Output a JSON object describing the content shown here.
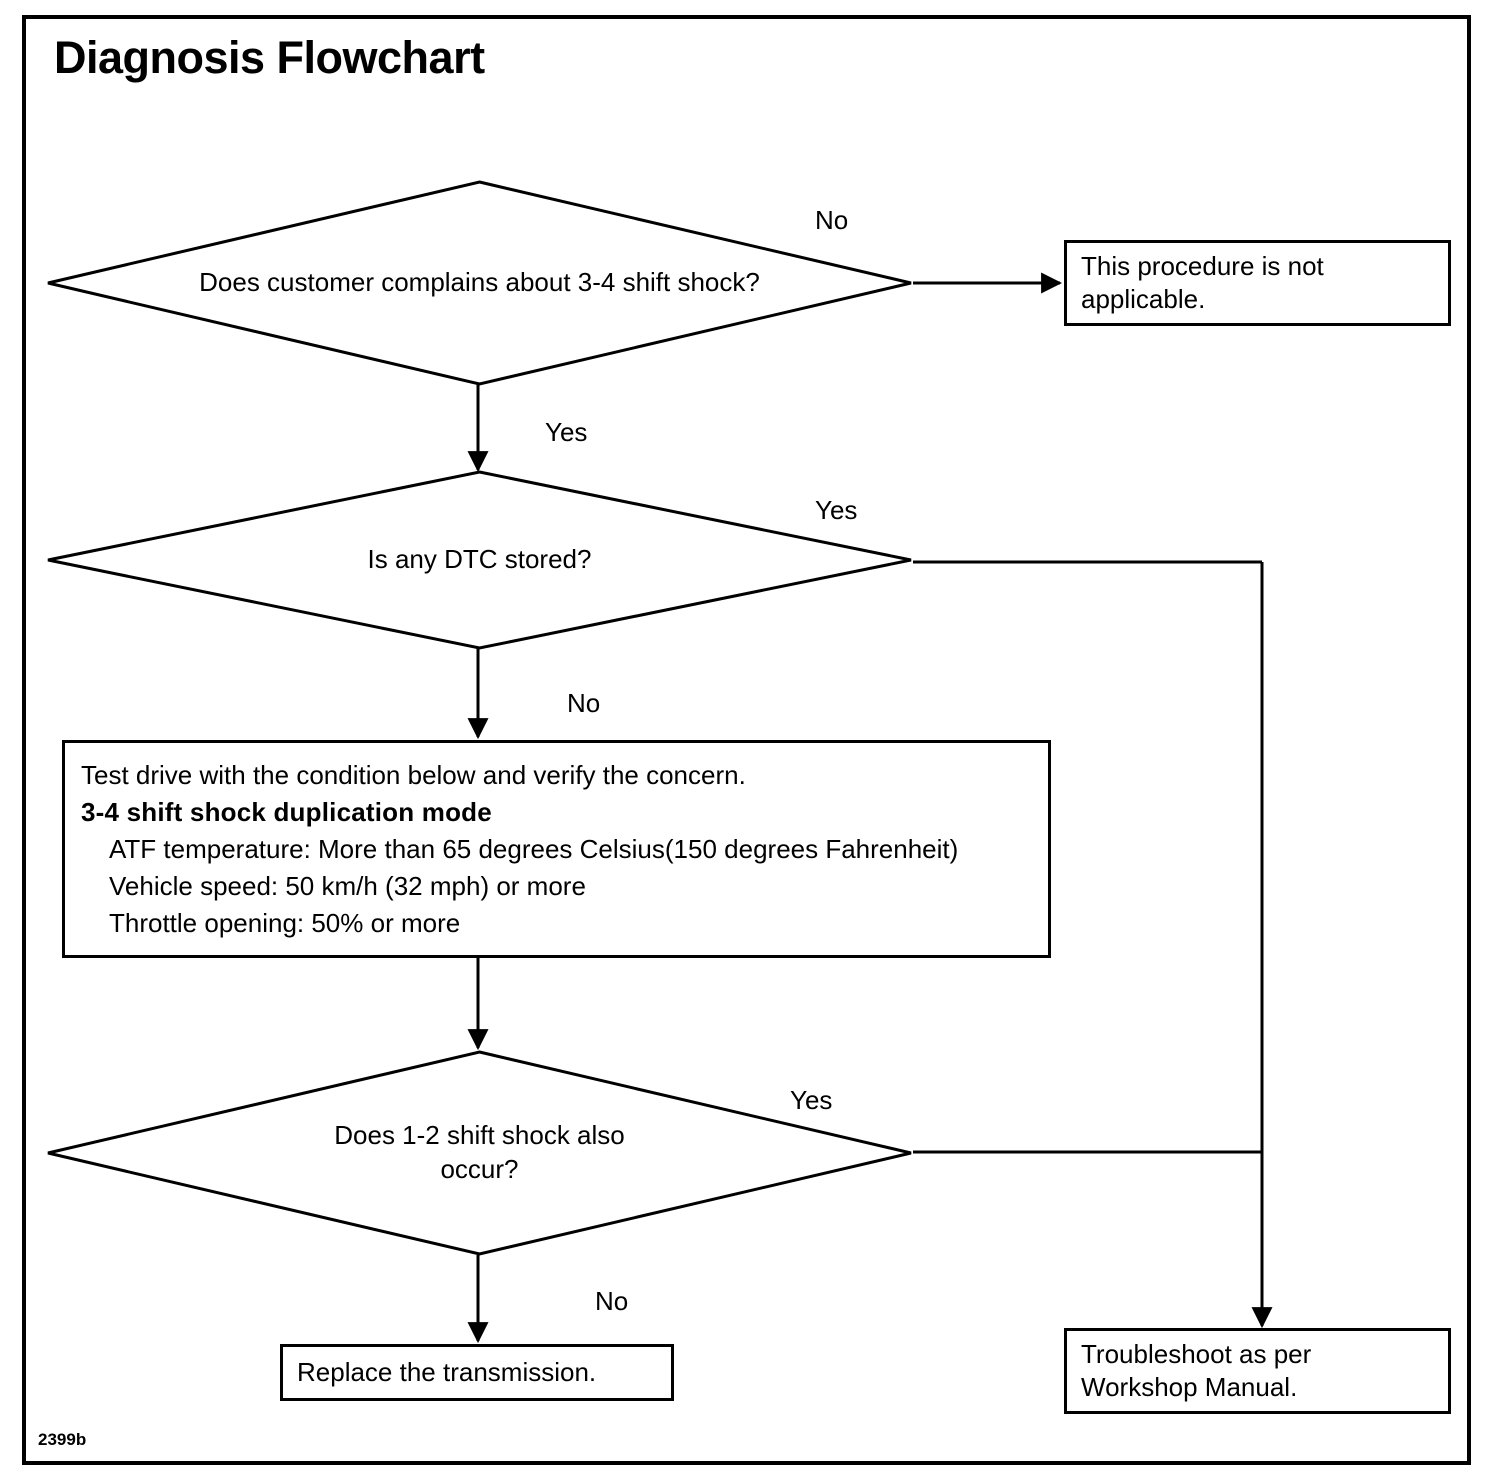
{
  "page": {
    "title": "Diagnosis Flowchart",
    "figure_id": "2399b",
    "background_color": "#ffffff",
    "line_color": "#000000"
  },
  "flowchart": {
    "type": "flowchart",
    "nodes": [
      {
        "id": "d1",
        "shape": "decision",
        "text": "Does customer complains about 3-4 shift shock?"
      },
      {
        "id": "b1",
        "shape": "process",
        "text_lines": [
          "This procedure is not",
          "applicable."
        ]
      },
      {
        "id": "d2",
        "shape": "decision",
        "text": "Is any DTC stored?"
      },
      {
        "id": "instr",
        "shape": "process",
        "lines": [
          {
            "text": "Test drive with the condition below  and verify the concern.",
            "bold": false,
            "indent": false
          },
          {
            "text": "3-4 shift shock duplication mode",
            "bold": true,
            "indent": false
          },
          {
            "text": "ATF temperature: More than 65 degrees Celsius(150 degrees Fahrenheit)",
            "bold": false,
            "indent": true
          },
          {
            "text": "Vehicle speed: 50 km/h (32 mph) or more",
            "bold": false,
            "indent": true
          },
          {
            "text": "Throttle opening: 50% or more",
            "bold": false,
            "indent": true
          }
        ]
      },
      {
        "id": "d3",
        "shape": "decision",
        "text_lines": [
          "Does 1-2 shift shock also",
          "occur?"
        ]
      },
      {
        "id": "b2",
        "shape": "process",
        "text_lines": [
          "Replace the transmission."
        ]
      },
      {
        "id": "b3",
        "shape": "process",
        "text_lines": [
          "Troubleshoot as per",
          "Workshop Manual."
        ]
      }
    ],
    "edges": [
      {
        "from": "d1",
        "to": "b1",
        "label": "No"
      },
      {
        "from": "d1",
        "to": "d2",
        "label": "Yes"
      },
      {
        "from": "d2",
        "to": "b3",
        "label": "Yes"
      },
      {
        "from": "d2",
        "to": "instr",
        "label": "No"
      },
      {
        "from": "instr",
        "to": "d3",
        "label": ""
      },
      {
        "from": "d3",
        "to": "b3",
        "label": "Yes"
      },
      {
        "from": "d3",
        "to": "b2",
        "label": "No"
      }
    ],
    "labels": {
      "d1_no": "No",
      "d1_yes": "Yes",
      "d2_yes": "Yes",
      "d2_no": "No",
      "d3_yes": "Yes",
      "d3_no": "No"
    }
  }
}
